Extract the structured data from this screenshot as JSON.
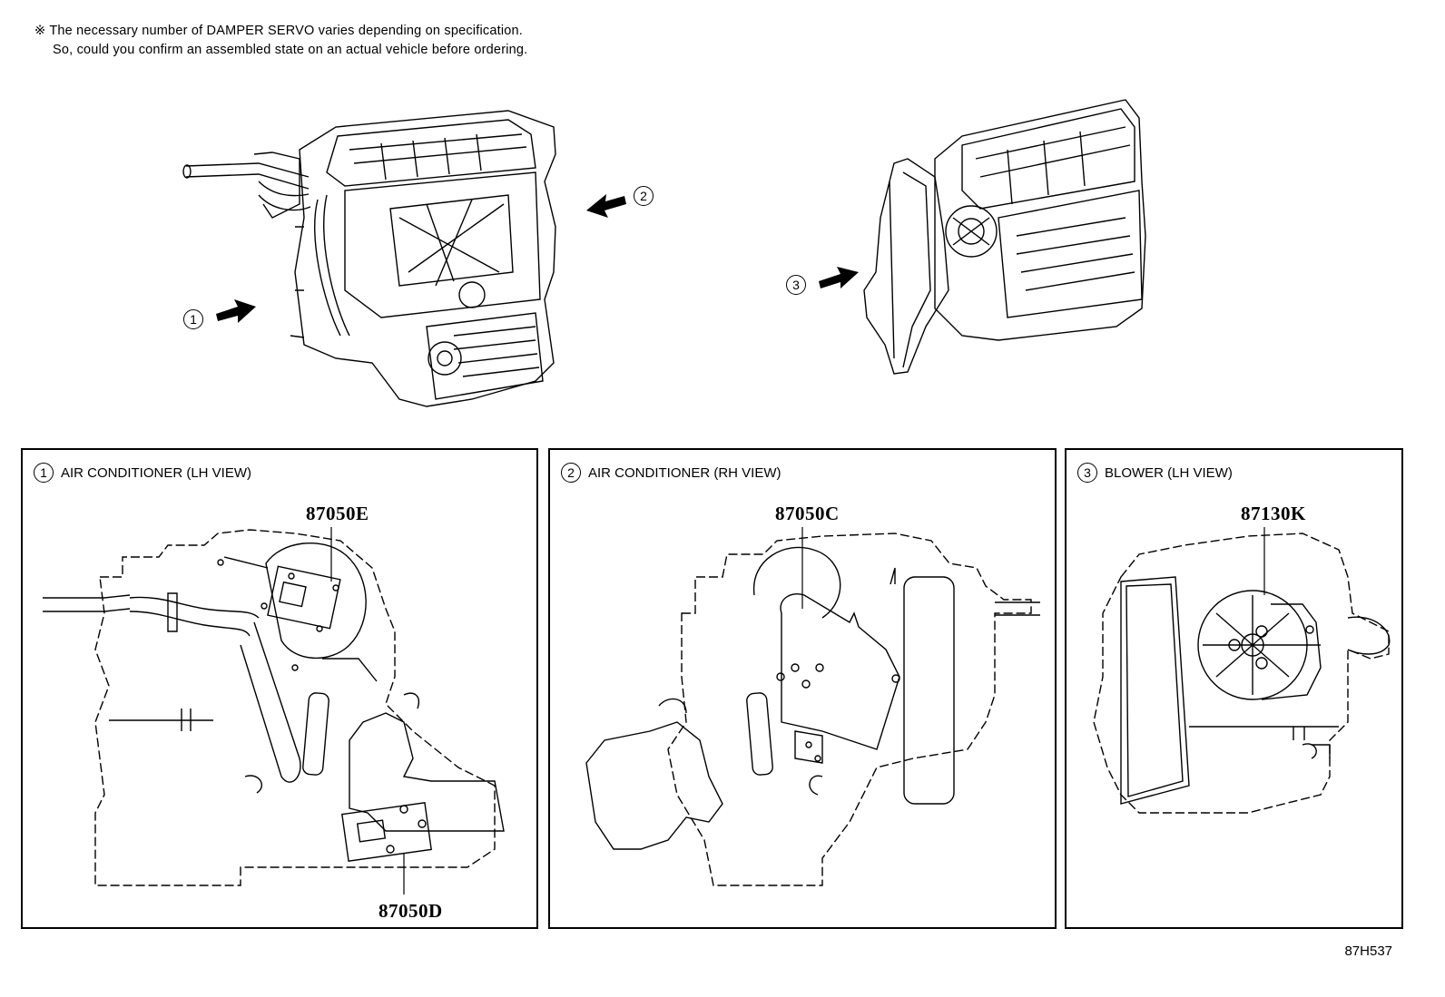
{
  "note": {
    "line1": "※ The necessary number of DAMPER SERVO varies depending on specification.",
    "line2": "So, could you confirm an assembled state on an actual vehicle before ordering."
  },
  "overview": {
    "callouts": [
      {
        "num": "1"
      },
      {
        "num": "2"
      },
      {
        "num": "3"
      }
    ]
  },
  "panels": [
    {
      "num": "1",
      "title": "AIR CONDITIONER (LH VIEW)",
      "parts": [
        "87050E",
        "87050D"
      ]
    },
    {
      "num": "2",
      "title": "AIR CONDITIONER (RH VIEW)",
      "parts": [
        "87050C"
      ]
    },
    {
      "num": "3",
      "title": "BLOWER (LH VIEW)",
      "parts": [
        "87130K"
      ]
    }
  ],
  "diagram_code": "87H537"
}
